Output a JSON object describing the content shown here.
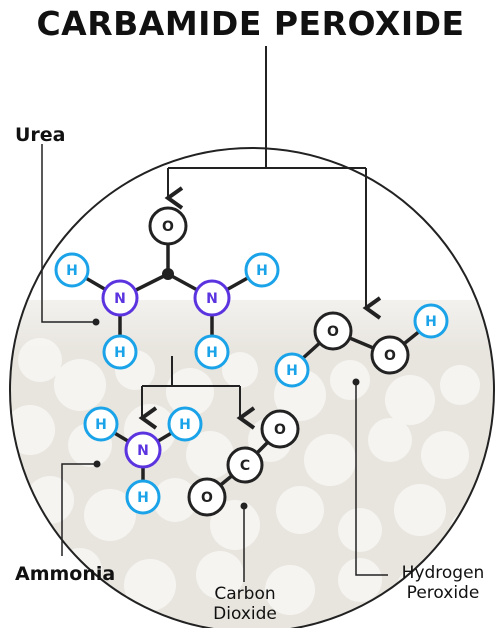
{
  "title": "CARBAMIDE PEROXIDE",
  "labels": {
    "urea": "Urea",
    "ammonia": "Ammonia",
    "carbon_dioxide_line1": "Carbon",
    "carbon_dioxide_line2": "Dioxide",
    "hydrogen_peroxide_line1": "Hydrogen",
    "hydrogen_peroxide_line2": "Peroxide"
  },
  "atoms": {
    "oxygen": "O",
    "nitrogen": "N",
    "hydrogen": "H",
    "carbon": "C"
  },
  "colors": {
    "hydrogen": "#1aa3e8",
    "nitrogen": "#5b34e0",
    "bond": "#222222",
    "background_texture": "#e6e3dc"
  }
}
